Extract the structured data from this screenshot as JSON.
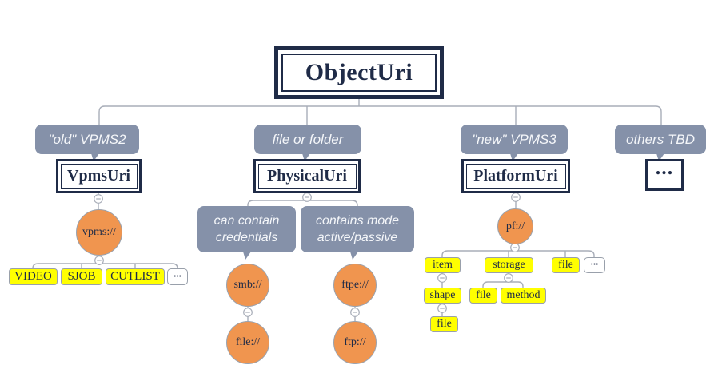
{
  "colors": {
    "navy": "#1f2b47",
    "slate": "#8591a9",
    "orange": "#f0954f",
    "yellow": "#ffff00",
    "line": "#a8adb8"
  },
  "root": {
    "label": "ObjectUri"
  },
  "branches": {
    "vpms2": {
      "note": "\"old\" VPMS2",
      "title": "VpmsUri",
      "scheme": "vpms://",
      "children": [
        "VIDEO",
        "SJOB",
        "CUTLIST",
        "..."
      ]
    },
    "physical": {
      "note": "file or folder",
      "title": "PhysicalUri",
      "sub1": {
        "note": "can contain\ncredentials",
        "scheme": "smb://",
        "child": "file://"
      },
      "sub2": {
        "note": "contains mode\nactive/passive",
        "scheme": "ftpe://",
        "child": "ftp://"
      }
    },
    "platform": {
      "note": "\"new\" VPMS3",
      "title": "PlatformUri",
      "scheme": "pf://",
      "children": [
        "item",
        "storage",
        "file",
        "..."
      ],
      "item_child": "shape",
      "storage_children": [
        "file",
        "method"
      ],
      "shape_child": "file"
    },
    "others": {
      "note": "others TBD",
      "title": "..."
    }
  }
}
